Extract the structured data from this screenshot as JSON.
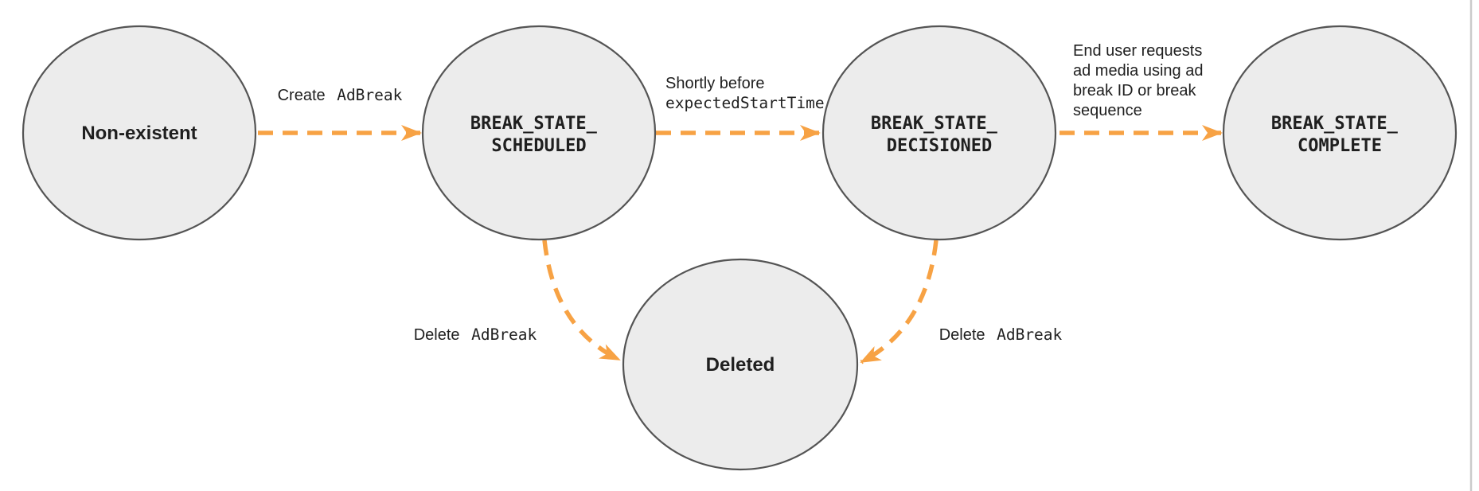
{
  "colors": {
    "arrow_orange": "#F7A244",
    "node_fill": "#ECECEC",
    "node_stroke": "#545454",
    "text": "#1F1F1F",
    "page_edge_line": "#CBCBCB"
  },
  "nodes": {
    "non_existent": {
      "label": "Non-existent"
    },
    "scheduled": {
      "line1": "BREAK_STATE_",
      "line2": "SCHEDULED"
    },
    "decisioned": {
      "line1": "BREAK_STATE_",
      "line2": "DECISIONED"
    },
    "complete": {
      "line1": "BREAK_STATE_",
      "line2": "COMPLETE"
    },
    "deleted": {
      "label": "Deleted"
    }
  },
  "edges": {
    "create": {
      "plain": "Create",
      "code": "AdBreak"
    },
    "shortly_before": {
      "plain": "Shortly before",
      "code": "expectedStartTime"
    },
    "end_user": {
      "line1": "End user requests",
      "line2": "ad media using ad",
      "line3": "break ID or break",
      "line4": "sequence"
    },
    "delete_left": {
      "plain": "Delete",
      "code": "AdBreak"
    },
    "delete_right": {
      "plain": "Delete",
      "code": "AdBreak"
    }
  }
}
